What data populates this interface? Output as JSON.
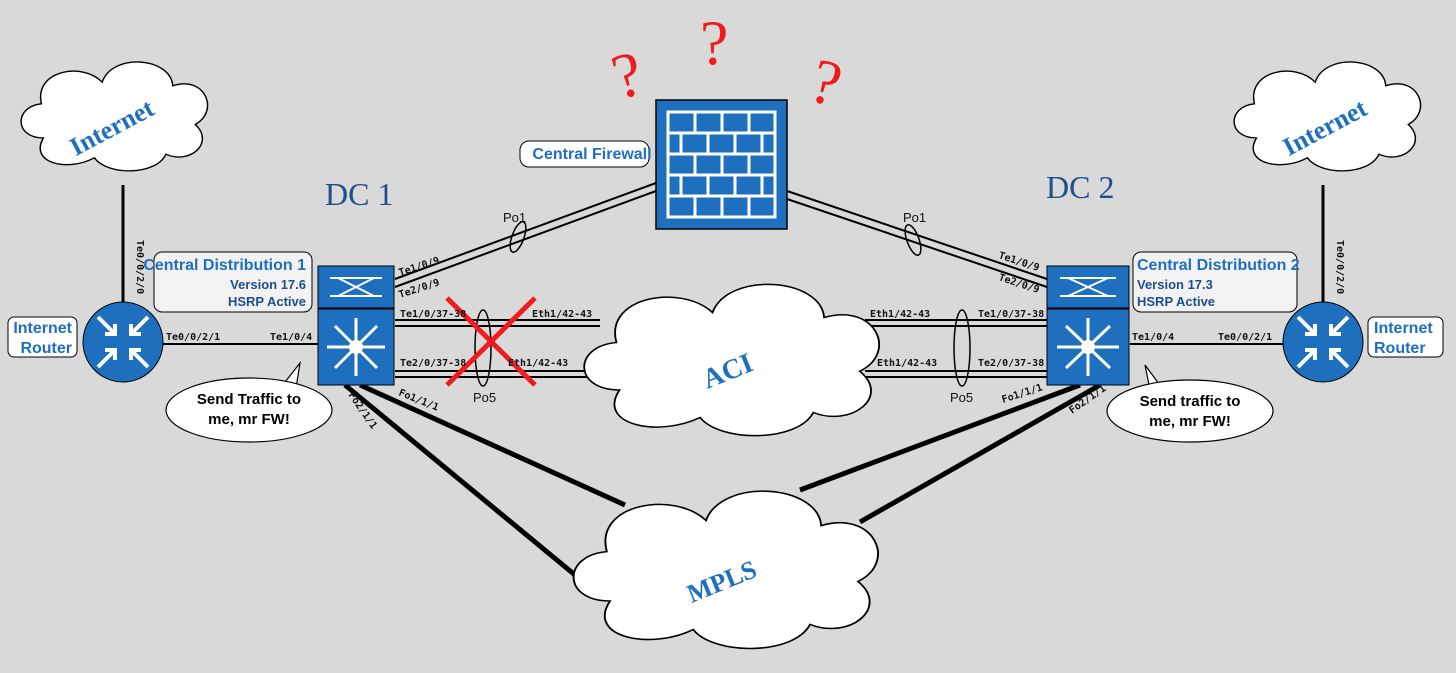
{
  "question_marks": [
    "?",
    "?",
    "?"
  ],
  "firewall": {
    "label": "Central Firewall",
    "icon": "firewall-icon",
    "color": "#1f6fbf"
  },
  "clouds": {
    "internet_left": "Internet",
    "internet_right": "Internet",
    "aci": "ACI",
    "mpls": "MPLS"
  },
  "dc1": {
    "label": "DC 1",
    "box": {
      "title": "Central Distribution 1",
      "version": "Version 17.6",
      "hsrp": "HSRP Active"
    },
    "router_label_1": "Internet",
    "router_label_2": "Router",
    "bubble_line1": "Send Traffic to",
    "bubble_line2": "me, mr FW!",
    "ports": {
      "router_up": "Te0/0/2/0",
      "router_side": "Te0/0/2/1",
      "switch_router": "Te1/0/4",
      "fw_1": "Te1/0/9",
      "fw_2": "Te2/0/9",
      "aci_1": "Te1/0/37-38",
      "aci_2": "Te2/0/37-38",
      "aci_eth_1": "Eth1/42-43",
      "aci_eth_2": "Eth1/42-43",
      "mpls_1": "Fo1/1/1",
      "mpls_2": "Fo2/1/1"
    },
    "po_fw": "Po1",
    "po_aci": "Po5"
  },
  "dc2": {
    "label": "DC 2",
    "box": {
      "title": "Central Distribution 2",
      "version": "Version 17.3",
      "hsrp": "HSRP Active"
    },
    "router_label_1": "Internet",
    "router_label_2": "Router",
    "bubble_line1": "Send traffic to",
    "bubble_line2": "me, mr FW!",
    "ports": {
      "router_up": "Te0/0/2/0",
      "router_side": "Te0/0/2/1",
      "switch_router": "Te1/0/4",
      "fw_1": "Te1/0/9",
      "fw_2": "Te2/0/9",
      "aci_1": "Te1/0/37-38",
      "aci_2": "Te2/0/37-38",
      "aci_eth_1": "Eth1/42-43",
      "aci_eth_2": "Eth1/42-43",
      "mpls_1": "Fo1/1/1",
      "mpls_2": "Fo2/1/1"
    },
    "po_fw": "Po1",
    "po_aci": "Po5"
  },
  "colors": {
    "device_blue": "#1f6fbf",
    "red_x": "#ee1c1c",
    "background": "#d9d9d9"
  }
}
